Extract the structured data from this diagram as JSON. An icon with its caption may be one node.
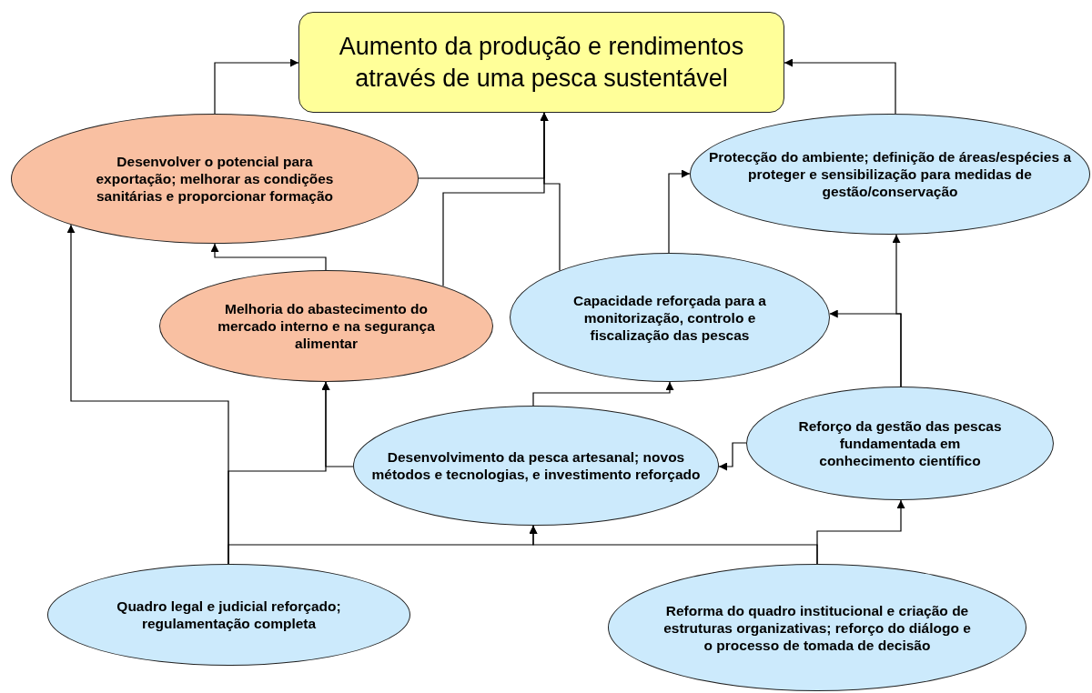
{
  "diagram": {
    "nodes": [
      {
        "text": [
          "Aumento da produção e rendimentos através de uma pesca sustentável"
        ]
      },
      {
        "text": [
          "Desenvolver o potencial para exportação; melhorar as condições sanitárias e proporcionar formação"
        ]
      },
      {
        "text": [
          "Protecção do ambiente; definição de áreas/espécies a proteger e sensibilização para medidas de gestão/conservação"
        ]
      },
      {
        "text": [
          "Melhoria do abastecimento do mercado interno e na segurança alimentar"
        ]
      },
      {
        "text": [
          "Capacidade reforçada para a monitorização, controlo e fiscalização das pescas"
        ]
      },
      {
        "text": [
          "Desenvolvimento da pesca artesanal; novos métodos e tecnologias, e investimento reforçado"
        ]
      },
      {
        "text": [
          "Reforço da gestão das pescas fundamentada em conhecimento científico"
        ]
      },
      {
        "text": [
          "Quadro legal e judicial reforçado; regulamentação completa"
        ]
      },
      {
        "text": [
          "Reforma do quadro institucional e criação de estruturas organizativas; reforço do diálogo e o processo de tomada de decisão"
        ]
      }
    ],
    "edges": [
      {
        "from": 1,
        "to": 0,
        "arrow": "to"
      },
      {
        "from": 2,
        "to": 0,
        "arrow": "to"
      },
      {
        "from": 1,
        "to": 0,
        "arrow": "to"
      },
      {
        "from": 3,
        "to": 0,
        "arrow": "to"
      },
      {
        "from": 4,
        "to": 0,
        "arrow": "to"
      },
      {
        "from": 3,
        "to": 1,
        "arrow": "to"
      },
      {
        "from": 4,
        "to": 2,
        "arrow": "to"
      },
      {
        "from": 6,
        "to": 4,
        "arrow": "to"
      },
      {
        "from": 6,
        "to": 2,
        "arrow": "to"
      },
      {
        "from": 6,
        "to": 5,
        "arrow": "to"
      },
      {
        "from": 5,
        "to": 4,
        "arrow": "to"
      },
      {
        "from": 5,
        "to": 3,
        "arrow": "to"
      },
      {
        "from": 7,
        "to": 3,
        "arrow": "to"
      },
      {
        "from": 7,
        "to": 1,
        "arrow": "to"
      },
      {
        "from": 7,
        "to": 5,
        "arrow": "to"
      },
      {
        "from": 8,
        "to": 5,
        "arrow": "to"
      },
      {
        "from": 8,
        "to": 6,
        "arrow": "to"
      }
    ]
  }
}
